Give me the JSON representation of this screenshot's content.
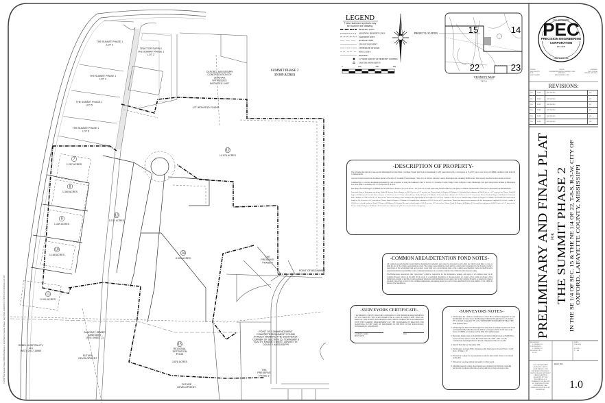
{
  "plat": {
    "lots": [
      {
        "id": "lot-3",
        "lines": [
          "THE SUMMIT PHASE 1",
          "LOT 3"
        ]
      },
      {
        "id": "lot-2",
        "lines": [
          "TRACTOR SUPPLY",
          "THE SUMMIT PHASE 1",
          "LOT 2"
        ]
      },
      {
        "id": "lot-4",
        "lines": [
          "THE SUMMIT PHASE 1",
          "LOT 4"
        ]
      },
      {
        "id": "lot-5",
        "lines": [
          "THE SUMMIT PHASE 1",
          "LOT 5"
        ]
      },
      {
        "id": "lot-6",
        "lines": [
          "THE SUMMIT PHASE 1",
          "LOT 6"
        ]
      }
    ],
    "neighbor_jehovah": [
      "OXFORD, MISSISSIPPI",
      "CONGREGATION OF",
      "JEHOVAH",
      "WITNESSES",
      "INST# 2011-1497"
    ],
    "summit_phase_2": [
      "SUMMIT PHASE 2",
      "39.989 ACRES"
    ],
    "numbered_lots": [
      {
        "num": "7",
        "acres": "1.257 ACRES"
      },
      {
        "num": "8",
        "acres": "1.360 ACRES"
      },
      {
        "num": "9",
        "acres": "1.339 ACRES"
      },
      {
        "num": "10",
        "acres": "1.168 ACRES"
      },
      {
        "num": "11",
        "acres": "0.991 ACRES"
      },
      {
        "num": "12",
        "acres": "14.078 ACRES"
      },
      {
        "num": "13",
        "acres": "5.131 ACRES"
      },
      {
        "num": "14",
        "acres": "8.394 ACRES"
      },
      {
        "num": "15",
        "acres": "3.878 ACRES"
      }
    ],
    "pond_label": [
      "REGIONAL",
      "DETENTION",
      "POND"
    ],
    "preserve_5": [
      "THE",
      "PRESERVE",
      "PHASE 5"
    ],
    "preserve_2": [
      "THE",
      "PRESERVE",
      "PHASE 2"
    ],
    "rebel": [
      "REBEL HOSPITALITY,",
      "LLC",
      "INST# 2017-10860"
    ],
    "sewer": [
      "SANITARY SEWER",
      "EASEMENT",
      "(SEE SHEET 2)"
    ],
    "future_dev": [
      "FUTURE",
      "DEVELOPMENT"
    ],
    "commencement": [
      "POINT OF COMMENCEMENT",
      "CONCRETE MONUMENT FOUND",
      "IN ROCK MARKING THE SOUTHEAST",
      "CORNER OF SECTION 15, TOWNSHIP 8",
      "SOUTH, RANGE 3 WEST, LAFAYETTE",
      "COUNTY, MISSISSIPPI"
    ],
    "beginning": "POINT OF BEGINNING",
    "iron_rod_note": "1/2\" IRON ROD FOUND",
    "margin_path": "C:\\2138 The Summit Phase 2\\DWG\\Preliminary & Final Plat for Summit Phase 2.dwg    SAVE 1/30/2024 1:15 PM    PLOT 1/30/2024 1:20 PM"
  },
  "legend": {
    "title": "LEGEND",
    "subtitle": [
      "These standard symbols may",
      "be found in the drawing."
    ],
    "items": [
      "PROPERTY LINES",
      "ADJOINING PROPERTY LINES",
      "EASEMENT LINES",
      "SETBACK LINES",
      "EDGE OF PAVEMENT",
      "CENTERLINE OF ROAD",
      "FENCE LINES",
      "BUILDING",
      "1/2\" IRON ROD SET AT PROPERTY CORNERS",
      "EXISTING MONUMENTS"
    ],
    "scale_ticks": [
      "0",
      "100",
      "200",
      "300"
    ]
  },
  "vicinity": {
    "project_location": "PROJECT LOCATION",
    "sections": [
      "15",
      "14",
      "22",
      "23"
    ],
    "title": "VICINITY MAP",
    "scale": "N.T.S."
  },
  "description": {
    "title": "-DESCRIPTION OF PROPERTY-",
    "paragraphs": [
      "The following description is based on the Mississippi East State Plane Coordinate System grid North as determined by GPS observations with a convergence of 0°-22'18\" and a scale factor of 0.99999 calculated at the Point Of Commencement.",
      "A parcel of land located in the Southeast Quarter of Section 15, Township 8 South, Range 3 West, City of Oxford, Lafayette County, Mississippi and containing 39.989 Acres. This property described in more detail as follows:",
      "Commencing at a concrete monument surrounded by rock recognized as being the Southeast Corner of Section 15, Township 8 South, Range 3 West Lafayette County, Mississippi. Said point being further defined by Mississippi East State Plane Coordinates of N:1,773,456 and E:2,765,615.",
      "Run thence North 00 Degrees 33 Minutes 29 Seconds West a distance of 175.22 feet to a 1/2\" iron rod set; said point being further defined by state plane coordinates and hereinafter referred to as the POINT OF BEGINNING.",
      "From said Point of Beginning, run thence North 89 Degrees West a distance of 383.13 feet to a 1/2\" iron rod set; Thence South 14 Degrees 09 Minutes 15 Seconds West a distance of 904.39 feet to a 1/2\" iron rod set; Thence North 89 Degrees 29 Minutes 40 Seconds West a distance of 155.75 feet to a 1/2\" iron rod set; Thence North 18 Degrees 32 Minutes 14 Seconds East a distance of 173.09 feet to a 1/2\" iron rod set; Thence North 00 Degrees 18 Minutes 35 Seconds East a distance of 75.47 feet to a 1/2\" iron rod set; Thence run along a curve turning to the right having an arc length of 151.97 feet, a radius of 475.00 feet, a chord bearing of North 05 Degrees 21 Minutes 39 Seconds West and a chord length of 151.32 feet to a 1/2\" iron rod set; Thence North 14 Degrees 27 Minutes 16 Seconds West a distance of 291.97 feet to a 1/2\" iron rod set; Thence run along a curve turning to the left having an arc length of 232.41 feet, a radius of 525.00 feet, a chord bearing of North 27 Degrees 08 Minutes 25 Seconds West and a chord length of 230.52 feet to a 1/2\" iron rod set; Thence North 89 Degrees 49 Minutes 25 Seconds East a distance of 406.72 feet to a 1/2\" iron rod set; Thence South 00 Degrees 33 Minutes 29 Seconds East a distance of 1,003.18 feet to the Point of Beginning."
    ]
  },
  "common_area": {
    "title": "-COMMON AREA/DETENTION POND NOTES-",
    "paragraphs": [
      "All common property/detention pond shall be maintained in perpetuity and cannot be developed for any other use which would limit or cease to limit the use of the common area/detention ponds. The common area/detention ponds shall be owned and/or maintained by the Property Owner's Association of the development and each property owner shall own a proportionate share of the common area/detention ponds and shall have the perpetual/undivided responsibility for the continued maintenance in accordance with the City of Oxford and Lafayette County.",
      "The Homeowners Association, (the \"Association\"), shall be responsible for the maintenance, upkeep, and repair of all common areas for all Common Property shown on this Plat. In the event of a permanent dissolution of the Association, all owners of lots within all phases of the Subdivision existing at the time of such permanent dissolution shall immediately bear equal costs for the Common Property, as tenants in common and shall collectively provide for the continued maintenance and upkeep thereof as a per-lot basis determined by the total number of lots within all phases of the Subdivision."
    ]
  },
  "certificate": {
    "title": "-SURVEYORS CERTIFICATE-",
    "body": "I DO HEREBY CERTIFY THAT THIS CONFORMS TO THE MINIMUM REQUIREMENTS AS SET FORTH BY THE STATE BOARD FOR A CLASS B SURVEY AND THAT ALL PARTS OF THIS SURVEY AND DRAWING HAVE BEEN COMPLETED IN ACCORDANCE WITH THE CURRENT REQUIREMENTS OF THE STANDARDS OF PRACTICE FOR SURVEYING IN THE STATE OF MISSISSIPPI TO THE BEST OF MY KNOWLEDGE, INFORMATION, AND BELIEF.",
    "signer": "Jonathan E. Adams",
    "signer_no": "MS PS 2678",
    "date_label": "Date"
  },
  "notes": {
    "title": "-SURVEYORS NOTES-",
    "items": [
      "This Property has a land use classification of Class \"B\" as defined in Appendix \"A\" and the Minimum Accuracy meets the Mississippi Minimum Requirements for Condition \"B\" as defined in Appendix \"B\" of the \"MISSISSIPPI STANDARDS OF PRACTICE FOR SURVEYING\".",
      "All Bearings Are Based On Mississippi East State Plane Coordinate System Grid North As Determined By GPS Observations With A Convergence Of 0°-22'18\" and a scale factor of 0.99999 as Calculated At The Point Of Commencement.",
      "Horizontal Datum based on NAD 83(2011) and Vertical Datum based on NAVD 88 as posted on below station: GCGC Real Time Network, CORS - This is a GPS Continuously Operating Reference Station, Designation: Oxford Core, MS",
      "Date Of Field Survey: December 2023.",
      "This Property is Zoned: PUD. Setbacks Are Per The Zone As Follows: Front = 15.00'  Side = 10'  Rear = 25'",
      "This survey is subject to any easements recorded or unrecorded, shown or not shown on this Plat.",
      "This survey was done without the benefit of a Title search.",
      "Adjoining property owners shown herein were obtained from Tri State Consulting Services Inc. as shown at the time of survey and may or may not be up to date."
    ]
  },
  "title_block": {
    "logo": {
      "initials": "PEC",
      "name": "PRECISION ENGINEERING",
      "corp": "CORPORATION",
      "est": "EST. 1978",
      "ring_top": "CIVIL ENGINEERING",
      "ring_bottom": "LAND SURVEYING"
    },
    "contact": {
      "phone_label": "PHONE:",
      "phone": "(662) 234-9729",
      "fax_label": "FAX:",
      "fax": "(662) 234-9699",
      "email_label": "EMAIL:",
      "email": "ENGINEERING@PRECISIONPEC.COM",
      "web_label": "WEB SITE:",
      "web": "PRECISIONPEC.COM",
      "address_label": "ADDRESS:",
      "address": "174 N. LAMAR",
      "city": "OXFORD, MS 38655"
    },
    "revisions_title": "REVISIONS:",
    "revisions": [
      {
        "no": "NO.",
        "date": "DATE",
        "desc": "REVISIONS",
        "by": "BY"
      },
      {
        "no": "NO.",
        "date": "DATE",
        "desc": "REVISIONS",
        "by": "BY"
      },
      {
        "no": "NO.",
        "date": "DATE",
        "desc": "REVISIONS",
        "by": "BY"
      },
      {
        "no": "NO.",
        "date": "DATE",
        "desc": "REVISIONS",
        "by": "BY"
      },
      {
        "no": "NO.",
        "date": "DATE",
        "desc": "REVISIONS",
        "by": "BY"
      },
      {
        "no": "NO.",
        "date": "DATE",
        "desc": "REVISIONS",
        "by": "BY"
      }
    ],
    "title_line1": "PRELIMINARY AND FINAL PLAT",
    "title_for": "FOR",
    "title_line2": "THE SUMMIT PHASE 2",
    "location_line1": "IN THE SE 1/4 OF SEC. 15 & THE NE 1/4 OF 22, T-8-S, R-3-W, CITY OF",
    "location_line2": "OXFORD, LAFAYETTE COUNTY, MISSISSIPPI",
    "drawn_by_label": "DRAWN BY:",
    "drawn_by": "J. ADAMS, PS",
    "checked_by_label": "CHECKED BY:",
    "checked_by": "J. ADAMS, PS",
    "drawing_no_label": "DRAWING NO.:",
    "drawing_no": "21138",
    "date_label": "DATE:",
    "date": "1/30/2024",
    "scale_label": "SCALE:",
    "scale": "1\"=100'",
    "disclaimer": "ALL ENGINEERING SERVICES ARE IN CONFIDENCE AND REPRODUCTION MAY NOT BE MADE WITHOUT PRIOR WRITTEN CONSENT OF THE ENGINEER. ALL COMMON LAW RIGHTS OF COPYRIGHT AND OTHERWISE ARE HEREBY SPECIFICALLY RESERVED.",
    "page_label": "PAGE NO.:",
    "page": "1.0"
  }
}
